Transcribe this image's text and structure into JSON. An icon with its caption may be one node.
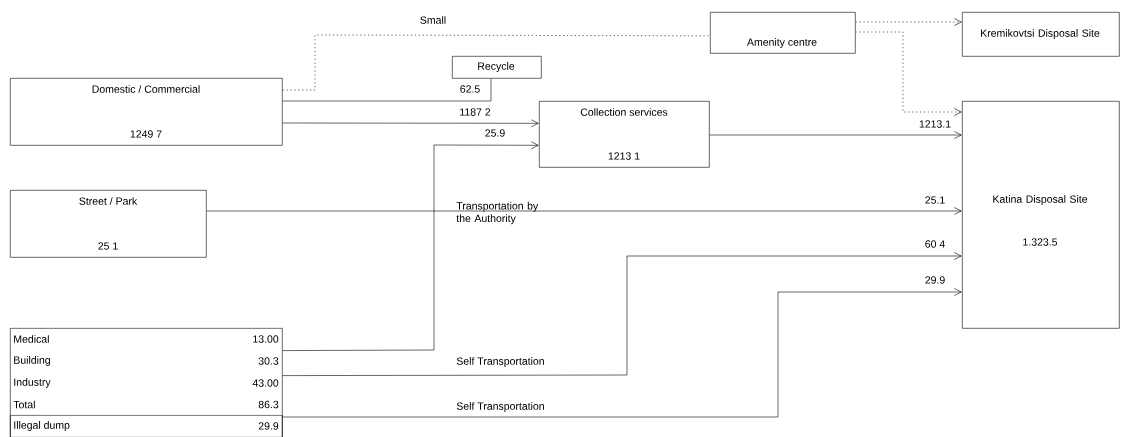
{
  "diagram": {
    "nodes": [
      {
        "text": [
          "Domestic / Commercial",
          "1249 7"
        ]
      },
      {
        "text": [
          "Recycle"
        ]
      },
      {
        "text": [
          "Amenity centre"
        ]
      },
      {
        "text": [
          "Kremikovtsi Disposal Site"
        ]
      },
      {
        "text": [
          "Collection services",
          "1213 1"
        ]
      },
      {
        "text": [
          "Street / Park",
          "25 1"
        ]
      },
      {
        "text": [
          "Katina Disposal Site",
          "1.323.5"
        ]
      },
      {
        "text": [],
        "shape": "box"
      },
      {
        "text": [
          "Medical",
          "13.00"
        ],
        "in": 7
      },
      {
        "text": [
          "Building",
          "30.3"
        ],
        "in": 7
      },
      {
        "text": [
          "Industry",
          "43.00"
        ],
        "in": 7
      },
      {
        "text": [
          "Total",
          "86.3"
        ],
        "in": 7
      },
      {
        "text": [
          "Illegal dump",
          "29.9"
        ],
        "in": 7
      }
    ],
    "edges": [
      {
        "from": 0,
        "to": 2,
        "arrow": "none",
        "style": "dashed",
        "label": "Small"
      },
      {
        "from": 0,
        "to": 1,
        "arrow": "none",
        "label": "62.5"
      },
      {
        "from": 0,
        "to": 4,
        "arrow": "to",
        "label": "1187 2"
      },
      {
        "from": 8,
        "to": 4,
        "arrow": "to",
        "label": "25.9"
      },
      {
        "from": 4,
        "to": 6,
        "arrow": "to",
        "label": "1213.1"
      },
      {
        "from": 5,
        "to": 6,
        "arrow": "to",
        "label": "25.1"
      },
      {
        "from": 9,
        "to": 6,
        "arrow": "to",
        "label": "60 4"
      },
      {
        "from": 12,
        "to": 6,
        "arrow": "to",
        "label": "29.9"
      },
      {
        "from": 2,
        "to": 3,
        "arrow": "to",
        "style": "dashed"
      },
      {
        "from": 2,
        "to": 6,
        "arrow": "to",
        "style": "dashed"
      }
    ],
    "labels": [
      "Transportation by the Authority",
      "Self Transportation",
      "Self Transportation"
    ]
  }
}
